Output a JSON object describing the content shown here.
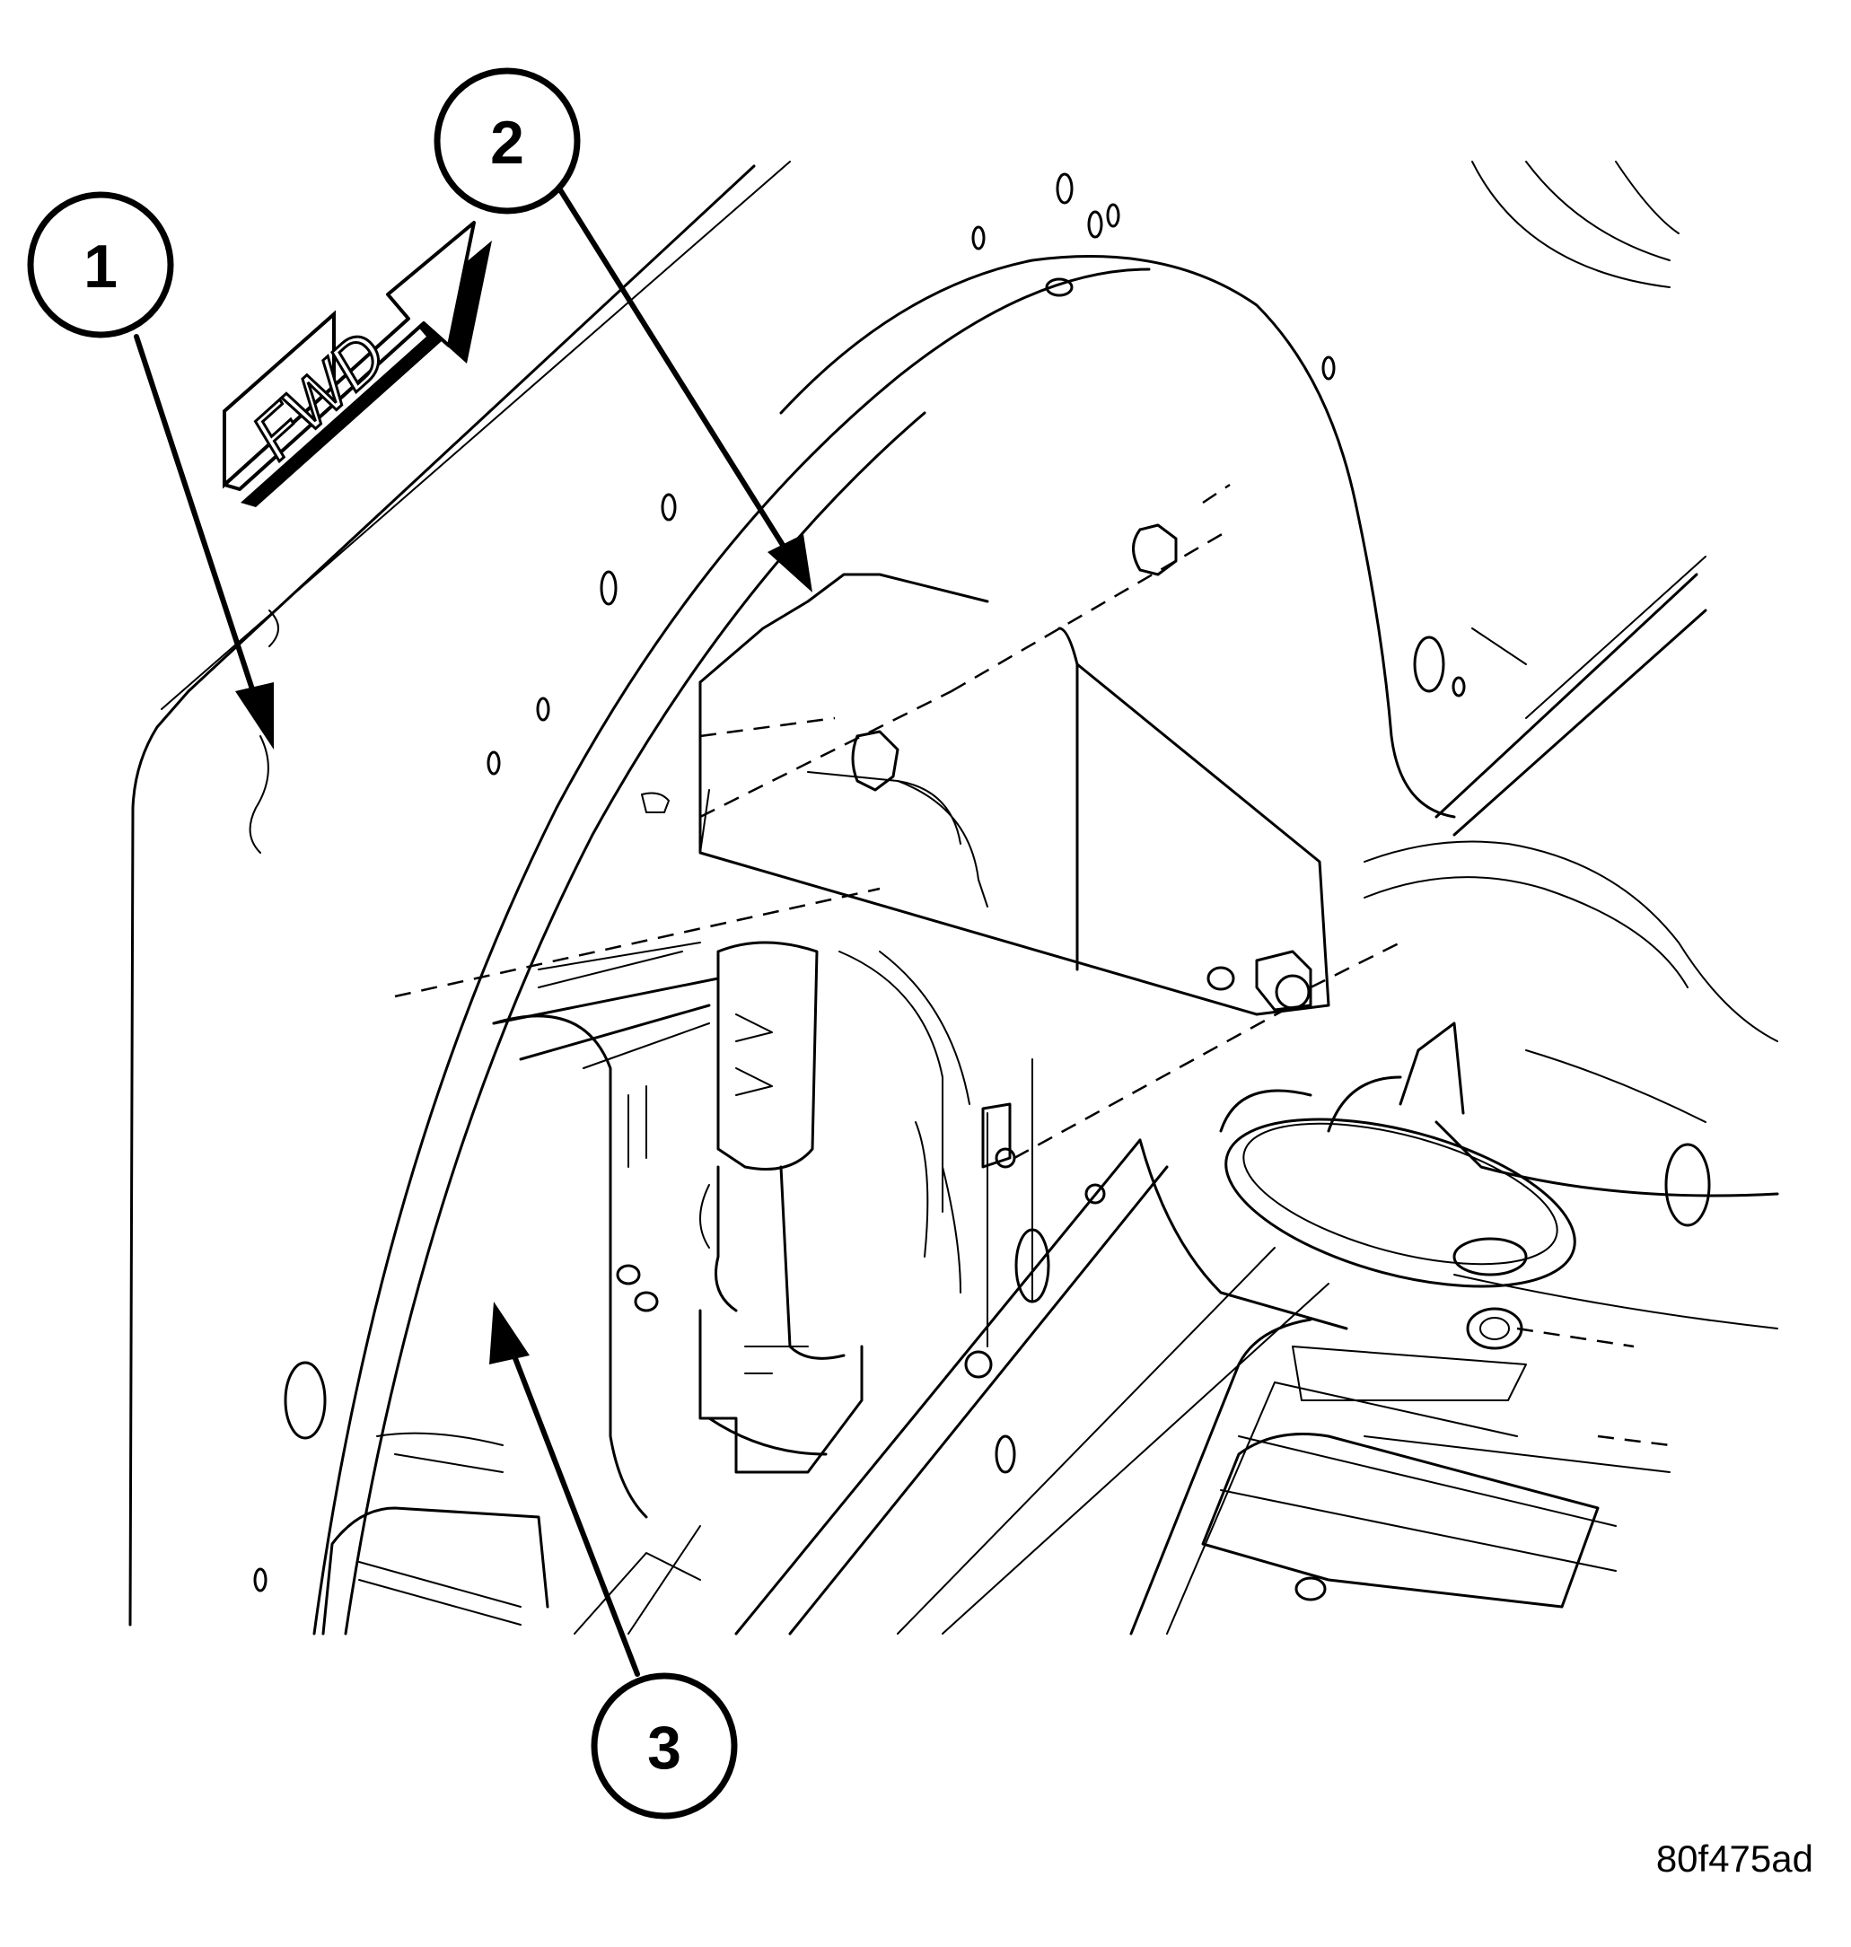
{
  "callouts": [
    {
      "number": "1"
    },
    {
      "number": "2"
    },
    {
      "number": "3"
    }
  ],
  "direction_label": "FWD",
  "figure_id": "80f475ad"
}
